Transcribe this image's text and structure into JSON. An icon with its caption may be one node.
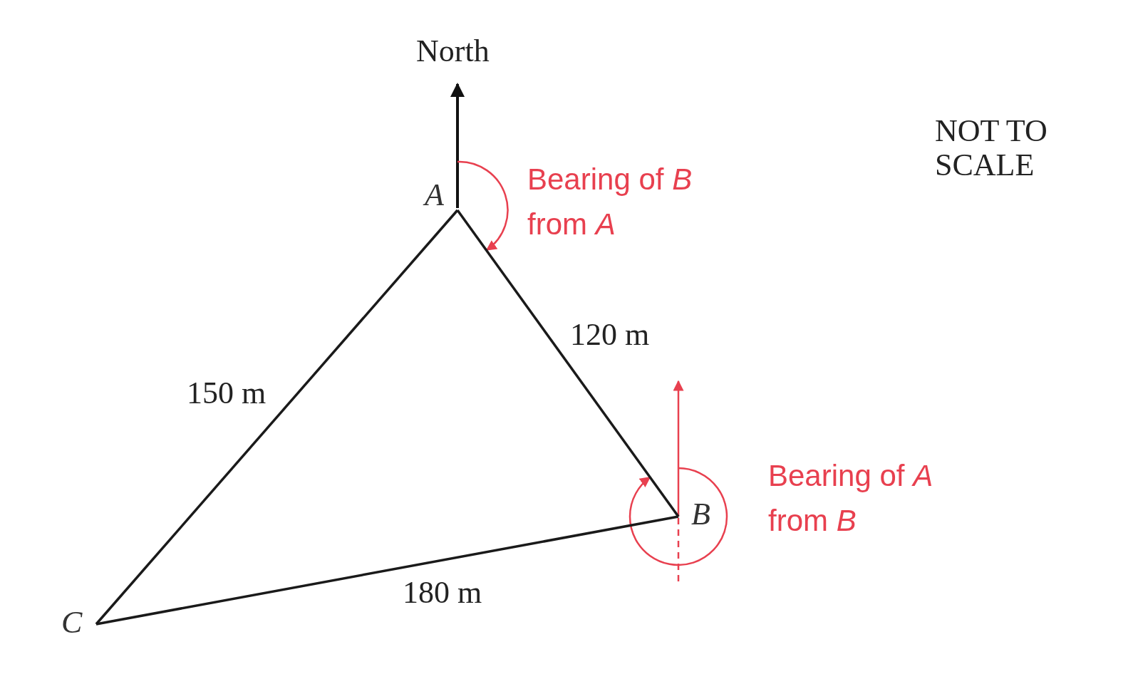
{
  "diagram": {
    "nodes": [
      {
        "text": [
          "A"
        ]
      },
      {
        "text": [
          "B"
        ]
      },
      {
        "text": [
          "C"
        ]
      }
    ],
    "edges": [
      {
        "from": 0,
        "to": 1,
        "arrow": "none",
        "label": "120 m"
      },
      {
        "from": 0,
        "to": 2,
        "arrow": "none",
        "label": "150 m"
      },
      {
        "from": 2,
        "to": 1,
        "arrow": "none",
        "label": "180 m"
      }
    ],
    "labels": [
      "North",
      "NOT TO SCALE",
      "Bearing of *B* from *A*",
      "Bearing of *A* from *B*"
    ]
  }
}
